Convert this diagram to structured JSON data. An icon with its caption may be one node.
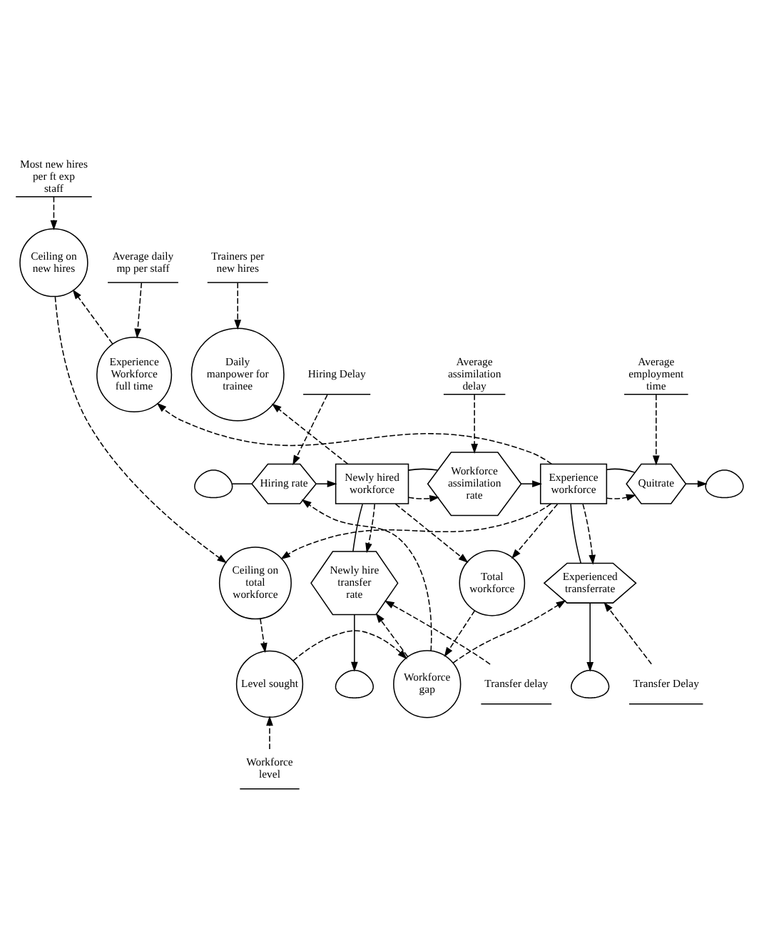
{
  "diagram": {
    "nodes": [
      {
        "text": [
          "Most new hires per ft exp staff"
        ]
      },
      {
        "text": [
          "Ceiling on new hires"
        ]
      },
      {
        "text": [
          "Trainers per new hires"
        ]
      },
      {
        "text": [
          "Daily manpower for trainee"
        ]
      },
      {
        "text": [
          "Average daily mp per staff"
        ]
      },
      {
        "text": [
          "Experience Workforce full time"
        ]
      },
      {
        "text": [
          "Hiring Delay"
        ]
      },
      {
        "text": [
          "Average assimilation delay"
        ]
      },
      {
        "text": [
          "Average employment time"
        ]
      },
      {
        "text": [],
        "shape": "cloud"
      },
      {
        "text": [
          "Hiring rate"
        ]
      },
      {
        "text": [
          "Newly hired workforce"
        ]
      },
      {
        "text": [
          "Workforce assimilation rate"
        ]
      },
      {
        "text": [
          "Experience workforce"
        ]
      },
      {
        "text": [
          "Quitrate"
        ]
      },
      {
        "text": [],
        "shape": "cloud"
      },
      {
        "text": [
          "Newly hire transfer rate"
        ]
      },
      {
        "text": [],
        "shape": "cloud"
      },
      {
        "text": [
          "Experienced transferrate"
        ]
      },
      {
        "text": [],
        "shape": "cloud"
      },
      {
        "text": [
          "Transfer delay"
        ]
      },
      {
        "text": [
          "Total workforce"
        ]
      },
      {
        "text": [
          "Transfer Delay"
        ]
      },
      {
        "text": [
          "Ceiling on total workforce"
        ]
      },
      {
        "text": [
          "Workforce gap"
        ]
      },
      {
        "text": [
          "Level sought"
        ]
      },
      {
        "text": [
          "Workforce level"
        ]
      }
    ],
    "edges": [
      {
        "from": 0,
        "to": 1,
        "arrow": "to",
        "style": "dashed"
      },
      {
        "from": 2,
        "to": 3,
        "arrow": "to",
        "style": "dashed"
      },
      {
        "from": 11,
        "to": 3,
        "arrow": "to",
        "style": "dashed"
      },
      {
        "from": 4,
        "to": 5,
        "arrow": "to",
        "style": "dashed"
      },
      {
        "from": 13,
        "to": 5,
        "arrow": "to",
        "style": "dashed"
      },
      {
        "from": 5,
        "to": 1,
        "arrow": "to",
        "style": "dashed"
      },
      {
        "from": 1,
        "to": 23,
        "arrow": "to",
        "style": "dashed"
      },
      {
        "from": 6,
        "to": 10,
        "arrow": "to",
        "style": "dashed"
      },
      {
        "from": 7,
        "to": 12,
        "arrow": "to",
        "style": "dashed"
      },
      {
        "from": 11,
        "to": 12,
        "arrow": "to",
        "style": "dashed"
      },
      {
        "from": 8,
        "to": 14,
        "arrow": "to",
        "style": "dashed"
      },
      {
        "from": 13,
        "to": 14,
        "arrow": "to",
        "style": "dashed"
      },
      {
        "from": 9,
        "to": 10,
        "arrow": "none"
      },
      {
        "from": 10,
        "to": 11,
        "arrow": "to"
      },
      {
        "from": 11,
        "to": 12,
        "arrow": "none"
      },
      {
        "from": 12,
        "to": 13,
        "arrow": "to"
      },
      {
        "from": 13,
        "to": 14,
        "arrow": "none"
      },
      {
        "from": 14,
        "to": 15,
        "arrow": "to"
      },
      {
        "from": 11,
        "to": 16,
        "arrow": "none"
      },
      {
        "from": 16,
        "to": 17,
        "arrow": "to"
      },
      {
        "from": 13,
        "to": 18,
        "arrow": "none"
      },
      {
        "from": 18,
        "to": 19,
        "arrow": "to"
      },
      {
        "from": 11,
        "to": 16,
        "arrow": "to",
        "style": "dashed"
      },
      {
        "from": 20,
        "to": 16,
        "arrow": "to",
        "style": "dashed"
      },
      {
        "from": 24,
        "to": 16,
        "arrow": "to",
        "style": "dashed"
      },
      {
        "from": 13,
        "to": 18,
        "arrow": "to",
        "style": "dashed"
      },
      {
        "from": 22,
        "to": 18,
        "arrow": "to",
        "style": "dashed"
      },
      {
        "from": 24,
        "to": 18,
        "arrow": "to",
        "style": "dashed"
      },
      {
        "from": 24,
        "to": 10,
        "arrow": "to",
        "style": "dashed"
      },
      {
        "from": 11,
        "to": 21,
        "arrow": "to",
        "style": "dashed"
      },
      {
        "from": 13,
        "to": 21,
        "arrow": "to",
        "style": "dashed"
      },
      {
        "from": 13,
        "to": 23,
        "arrow": "to",
        "style": "dashed"
      },
      {
        "from": 21,
        "to": 24,
        "arrow": "to",
        "style": "dashed"
      },
      {
        "from": 23,
        "to": 25,
        "arrow": "to",
        "style": "dashed"
      },
      {
        "from": 25,
        "to": 24,
        "arrow": "to",
        "style": "dashed"
      },
      {
        "from": 26,
        "to": 25,
        "arrow": "to",
        "style": "dashed"
      }
    ]
  }
}
